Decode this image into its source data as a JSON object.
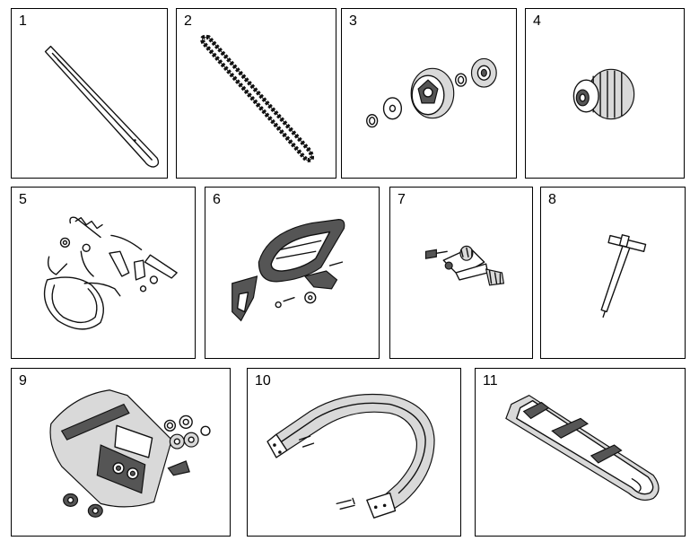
{
  "parts": [
    {
      "label": "1",
      "icon": "guide-bar-icon"
    },
    {
      "label": "2",
      "icon": "saw-chain-icon"
    },
    {
      "label": "3",
      "icon": "clutch-drum-icon"
    },
    {
      "label": "4",
      "icon": "clutch-assembly-icon"
    },
    {
      "label": "5",
      "icon": "brake-band-kit-icon"
    },
    {
      "label": "6",
      "icon": "hand-guard-icon"
    },
    {
      "label": "7",
      "icon": "chain-tensioner-icon"
    },
    {
      "label": "8",
      "icon": "scrench-tool-icon"
    },
    {
      "label": "9",
      "icon": "side-cover-icon"
    },
    {
      "label": "10",
      "icon": "front-handle-icon"
    },
    {
      "label": "11",
      "icon": "bar-cover-icon"
    }
  ]
}
